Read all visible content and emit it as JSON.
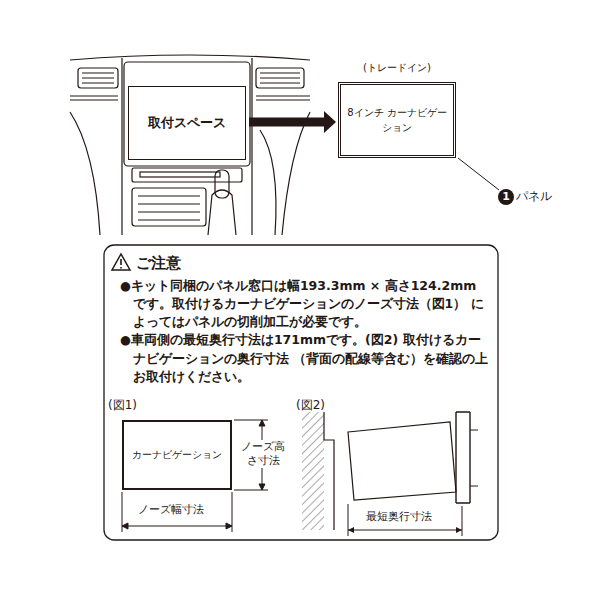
{
  "diagram": {
    "nodes": [
      {
        "text": [
          "取付スペース"
        ]
      },
      {
        "text": [
          "(トレードイン)",
          "8インチ カーナビゲーション"
        ]
      },
      {
        "text": [
          "ご注意",
          "●キット同梱のパネル窓口は幅193.3mm × 高さ124.2mm です。取付けるカーナビゲーションのノーズ寸法（図1） によってはパネルの切削加工が必要です。",
          "●車両側の最短奥行寸法は171mmです。(図2) 取付けるカーナビゲーションの奥行寸法 （背面の配線等含む）を確認の上お取付けください。"
        ]
      },
      {
        "text": [
          "カーナビゲーション"
        ],
        "in": 2
      }
    ],
    "edges": [
      {
        "from": 0,
        "to": 1,
        "arrow": "to"
      }
    ],
    "labels": [
      "1",
      "パネル",
      "(図1)",
      "ノーズ高さ寸法",
      "ノーズ幅寸法",
      "(図2)",
      "最短奥行寸法"
    ]
  }
}
